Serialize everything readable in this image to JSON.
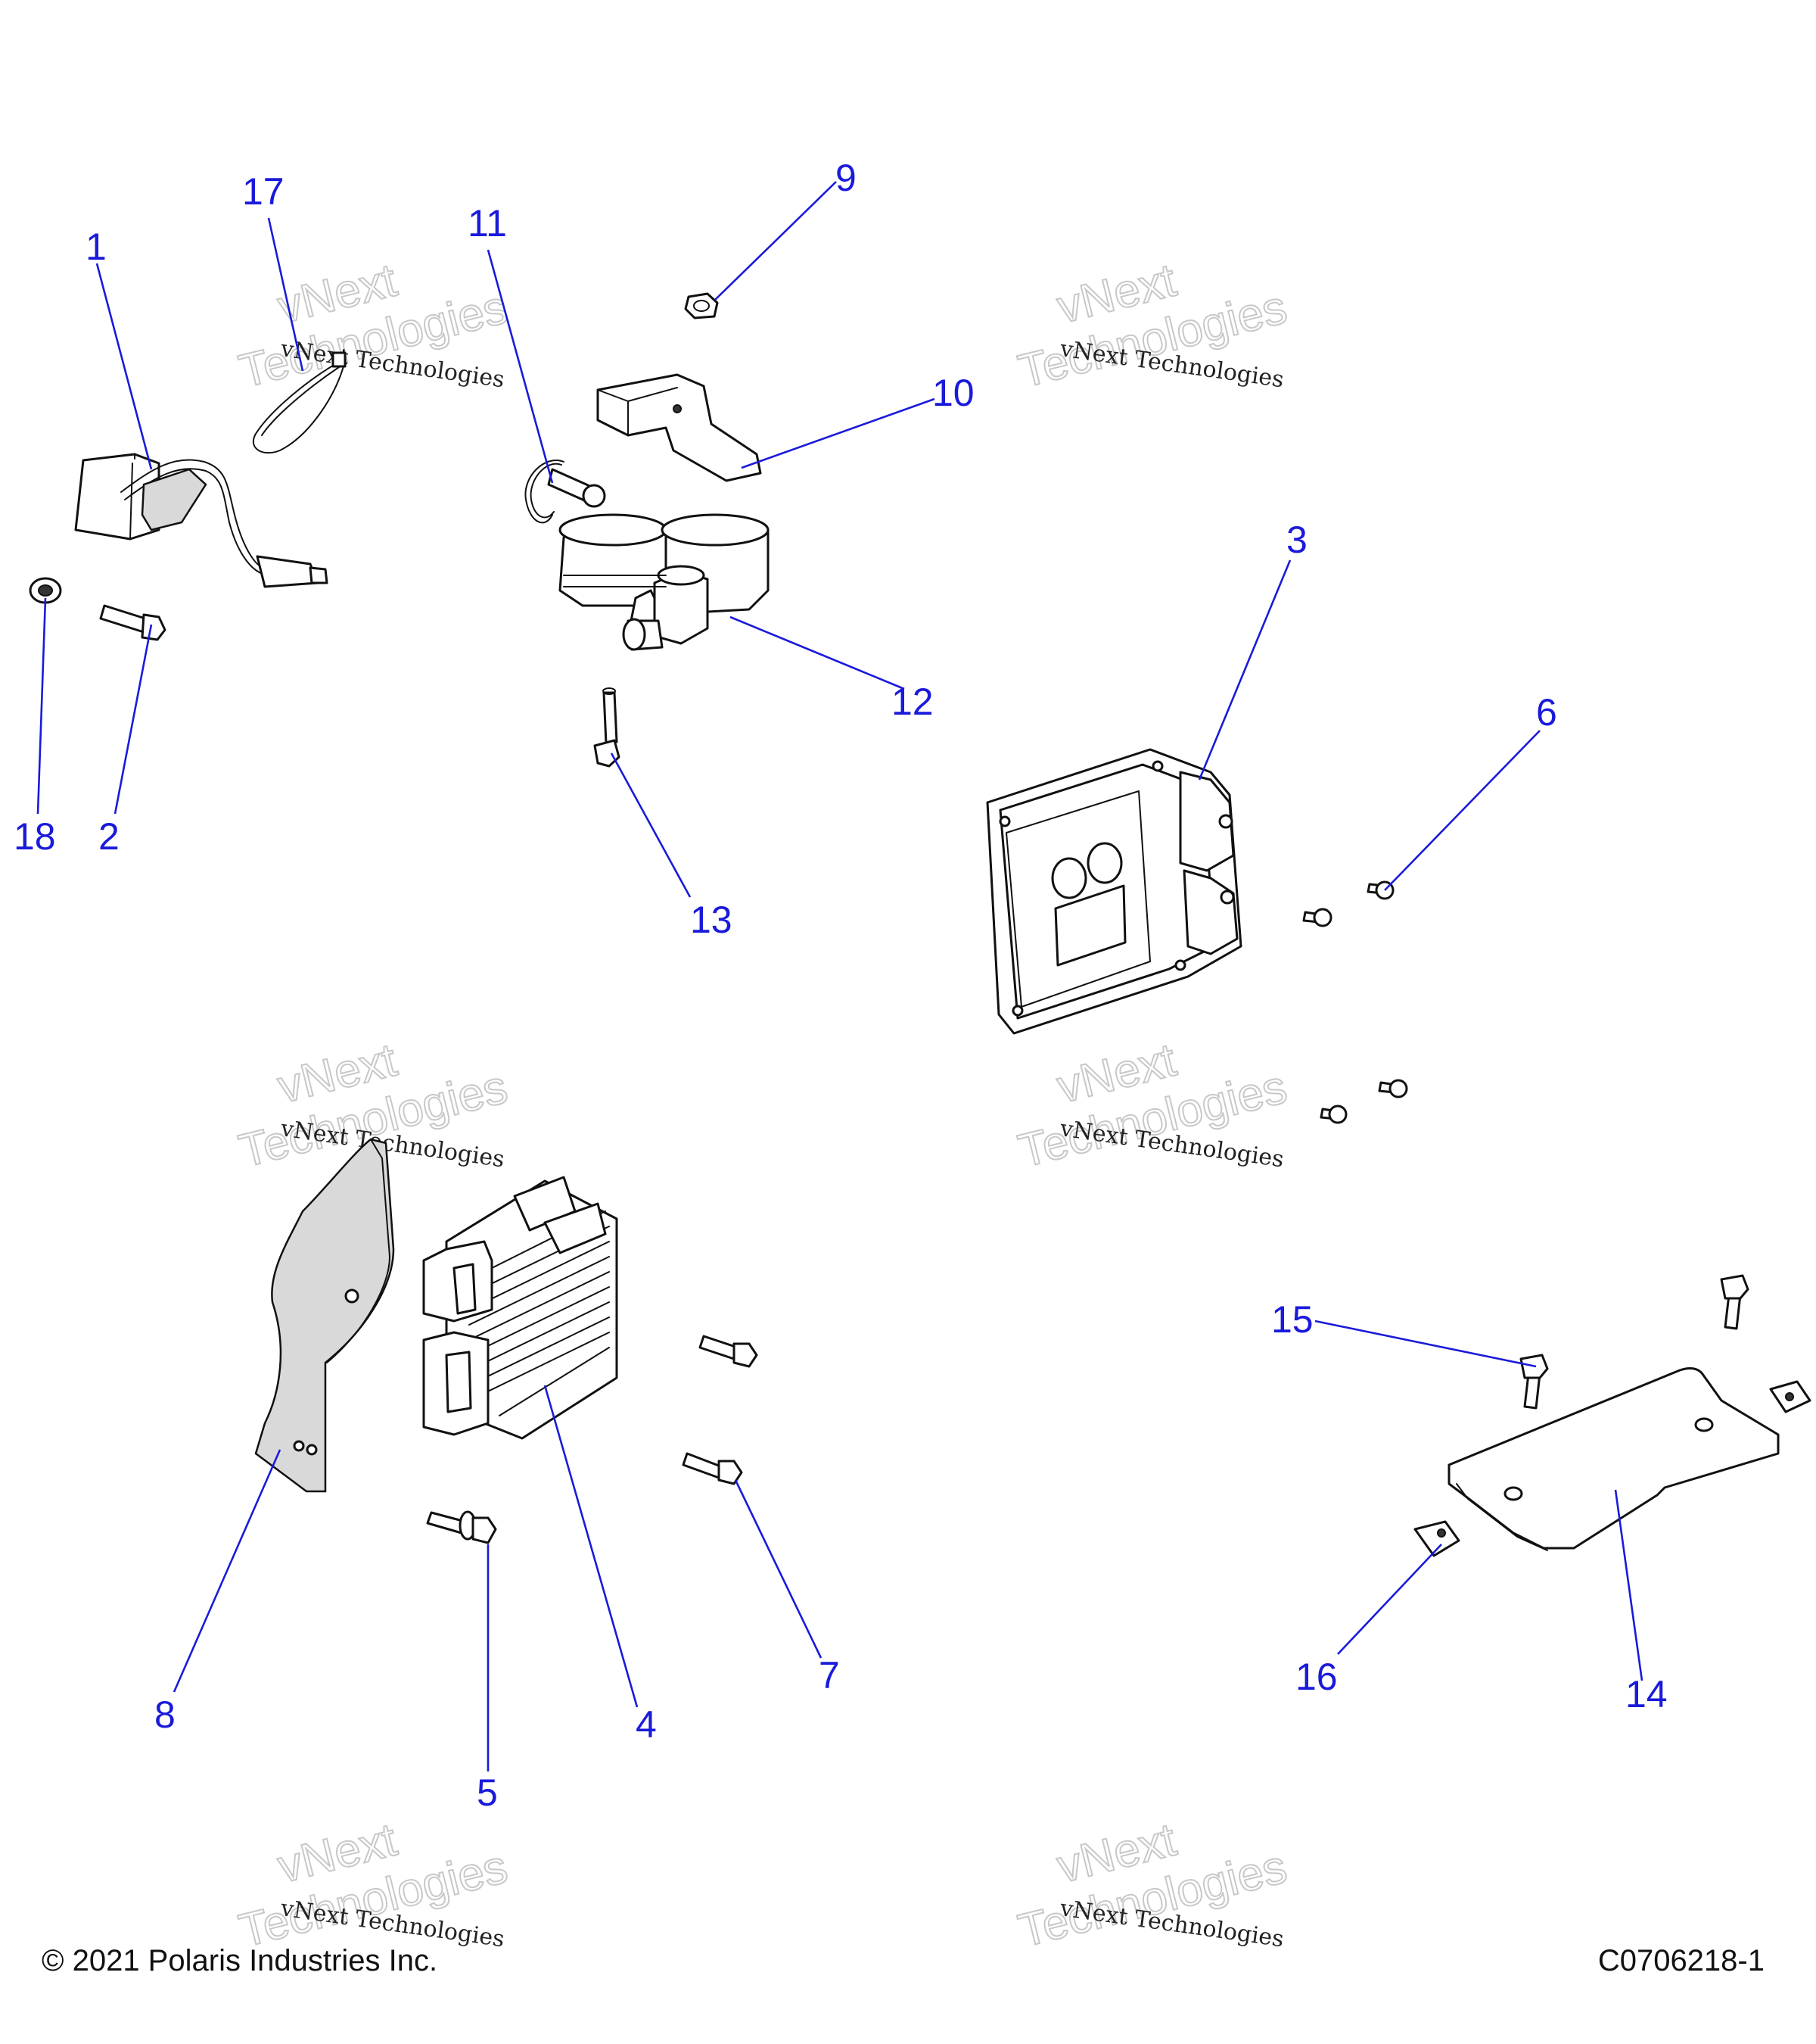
{
  "diagram": {
    "callouts": [
      {
        "id": "c1",
        "label": "1"
      },
      {
        "id": "c2",
        "label": "2"
      },
      {
        "id": "c3",
        "label": "3"
      },
      {
        "id": "c4",
        "label": "4"
      },
      {
        "id": "c5",
        "label": "5"
      },
      {
        "id": "c6",
        "label": "6"
      },
      {
        "id": "c7",
        "label": "7"
      },
      {
        "id": "c8",
        "label": "8"
      },
      {
        "id": "c9",
        "label": "9"
      },
      {
        "id": "c10",
        "label": "10"
      },
      {
        "id": "c11",
        "label": "11"
      },
      {
        "id": "c12",
        "label": "12"
      },
      {
        "id": "c13",
        "label": "13"
      },
      {
        "id": "c14",
        "label": "14"
      },
      {
        "id": "c15",
        "label": "15"
      },
      {
        "id": "c16",
        "label": "16"
      },
      {
        "id": "c17",
        "label": "17"
      },
      {
        "id": "c18",
        "label": "18"
      }
    ],
    "callout_color": "#1a1adb"
  },
  "watermark": {
    "line": "vNext Technologies",
    "big_top": "vNext",
    "big_bottom": "Technologies"
  },
  "footer": {
    "copyright": "© 2021 Polaris Industries Inc.",
    "code": "C0706218-1"
  }
}
